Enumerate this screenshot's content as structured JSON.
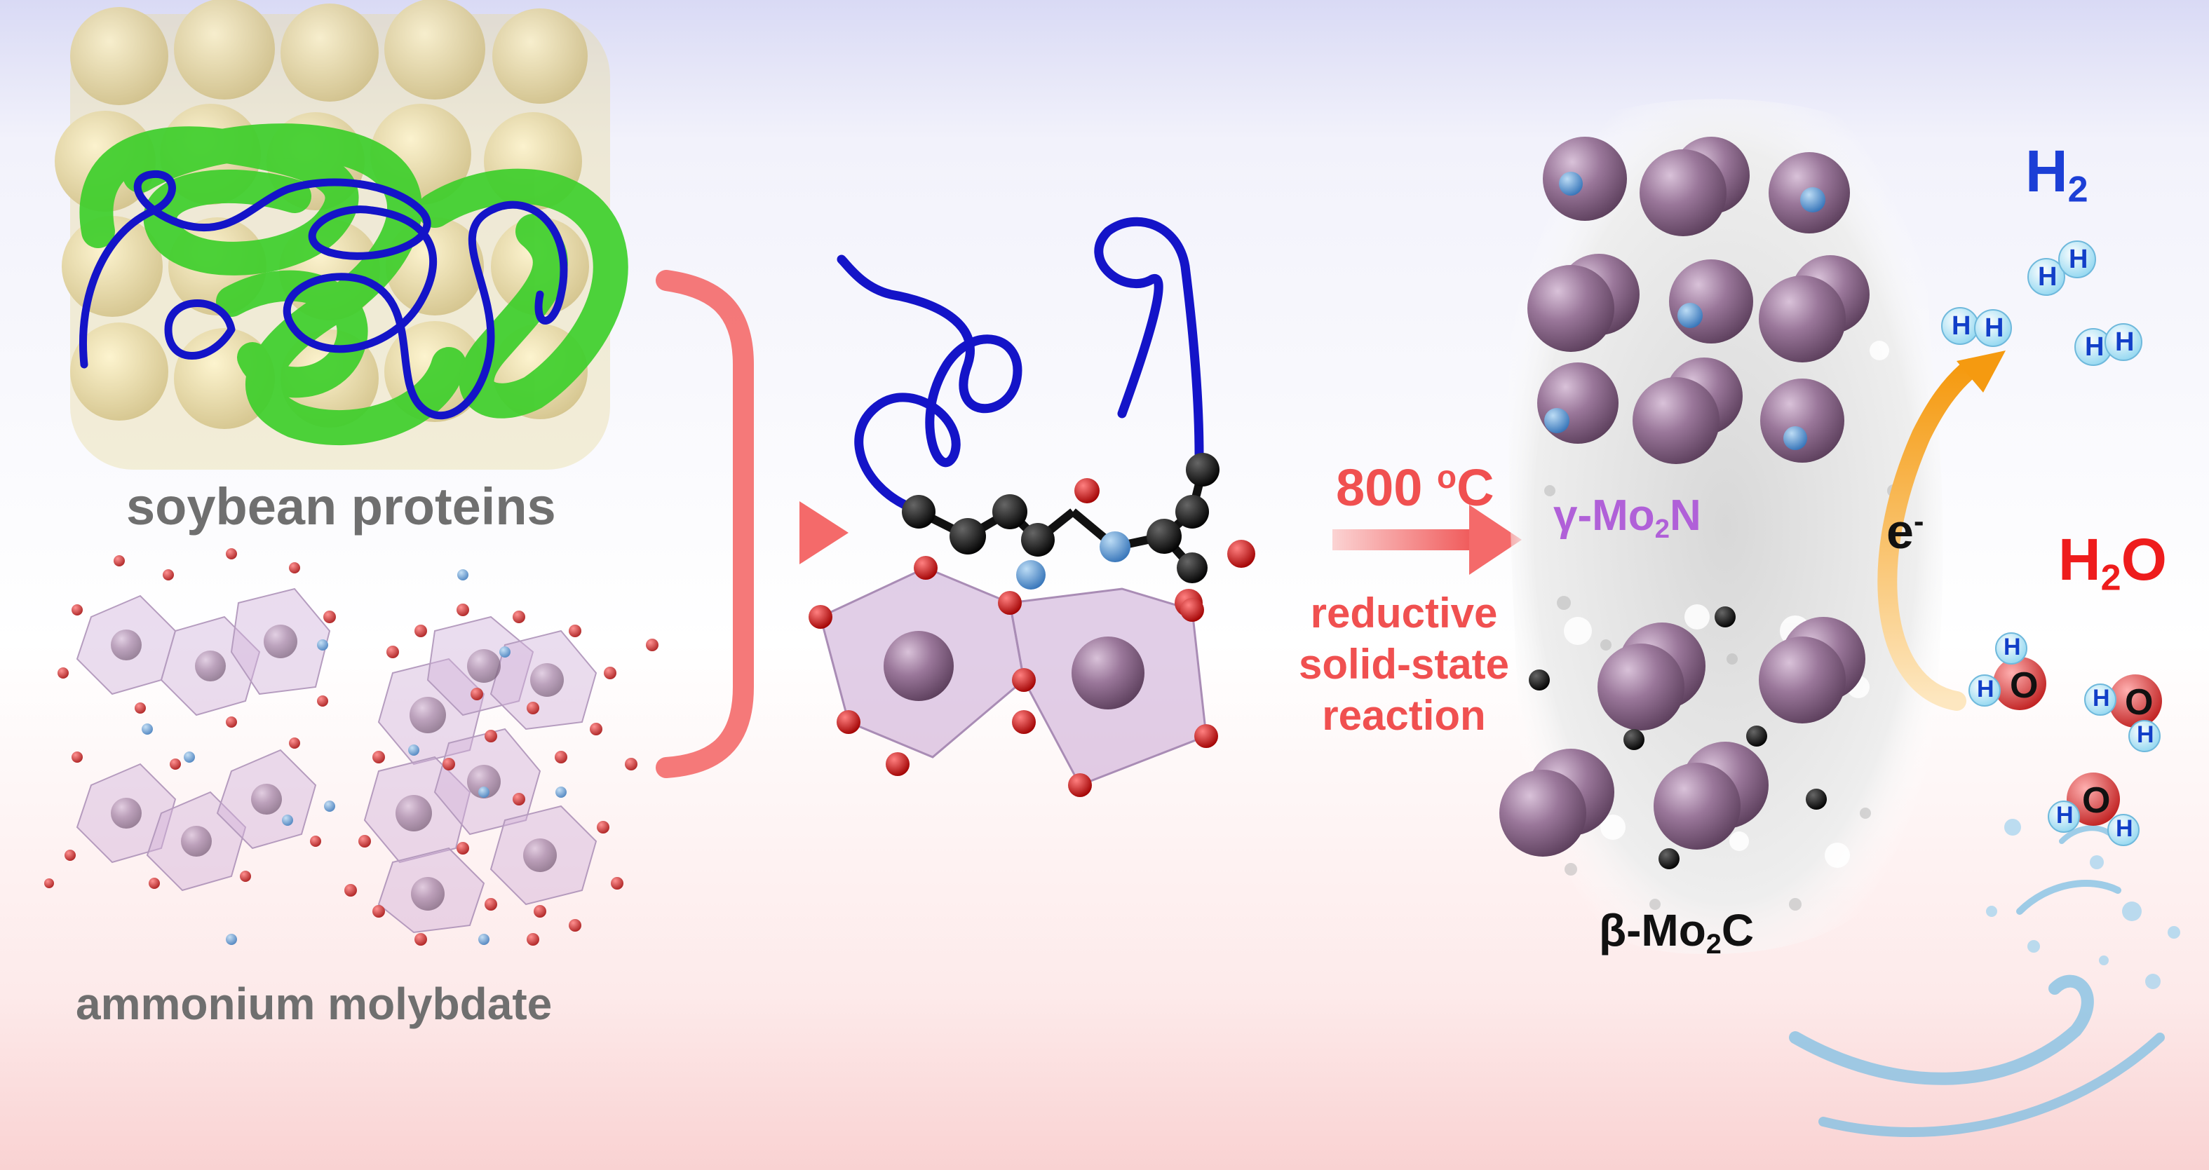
{
  "labels": {
    "soybean": "soybean proteins",
    "ammonium": "ammonium molybdate",
    "temp_value": "800 ",
    "temp_sup": "o",
    "temp_unit": "C",
    "reaction_1": "reductive",
    "reaction_2": "solid-state",
    "reaction_3": "reaction",
    "gamma_prefix": "γ-Mo",
    "gamma_sub": "2",
    "gamma_suffix": "N",
    "beta_prefix": "β-Mo",
    "beta_sub": "2",
    "beta_suffix": "C",
    "electron": "e",
    "electron_sup": "-",
    "h2_base": "H",
    "h2_sub": "2",
    "h2o_base": "H",
    "h2o_sub": "2",
    "h2o_suffix": "O",
    "atom_h": "H",
    "atom_o": "O"
  },
  "colors": {
    "protein_chain": "#1414c8",
    "protein_ribbon": "#3ecf2c",
    "mo_atom": "#8e6a8e",
    "oxygen_atom": "#d31a1a",
    "nitrogen_atom": "#4a8fd4",
    "carbon_atom": "#111111",
    "arrow": "#f46a6a",
    "electron_arrow": "#f5a21c"
  }
}
